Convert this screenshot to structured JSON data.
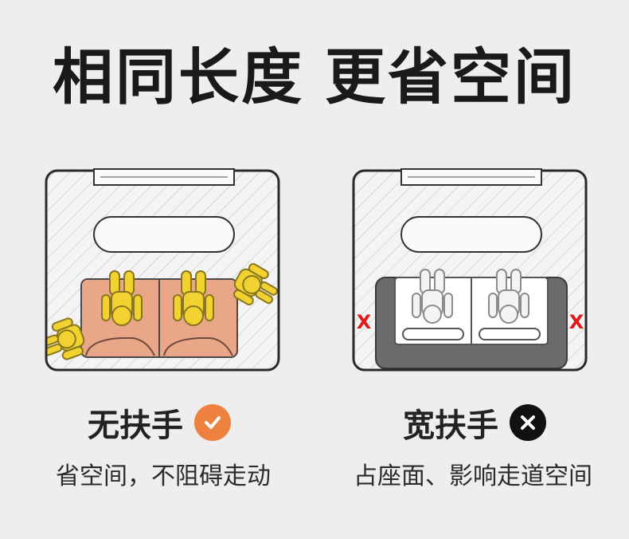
{
  "headline": {
    "part1": "相同长度",
    "part2": "更省空间"
  },
  "left": {
    "title": "无扶手",
    "badge_icon": "check-circle-icon",
    "badge_color": "#ee8040",
    "caption": "省空间，不阻碍走动",
    "sofa_color": "#e9a788"
  },
  "right": {
    "title": "宽扶手",
    "badge_icon": "cross-circle-icon",
    "badge_color": "#111111",
    "caption": "占座面、影响走道空间",
    "sofa_color": "#6b6b6b",
    "mark": "X",
    "mark_color": "#e11b1b"
  },
  "person_color": "#f2d230"
}
